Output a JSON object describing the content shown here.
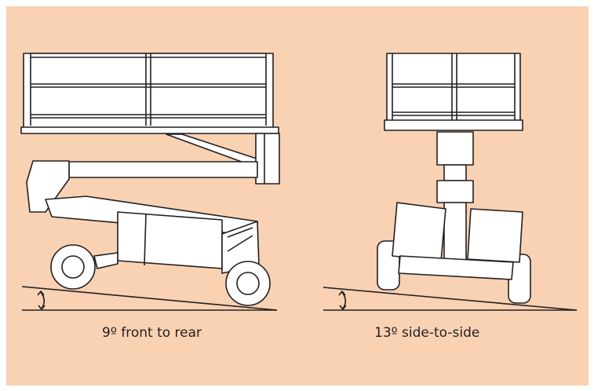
{
  "captions": {
    "left": "9º front to rear",
    "right": "13º side-to-side"
  },
  "colors": {
    "background": "#f8d2b3",
    "line": "#231f20",
    "fill": "#ffffff"
  },
  "angles": {
    "front_to_rear_degrees": 9,
    "side_to_side_degrees": 13
  }
}
